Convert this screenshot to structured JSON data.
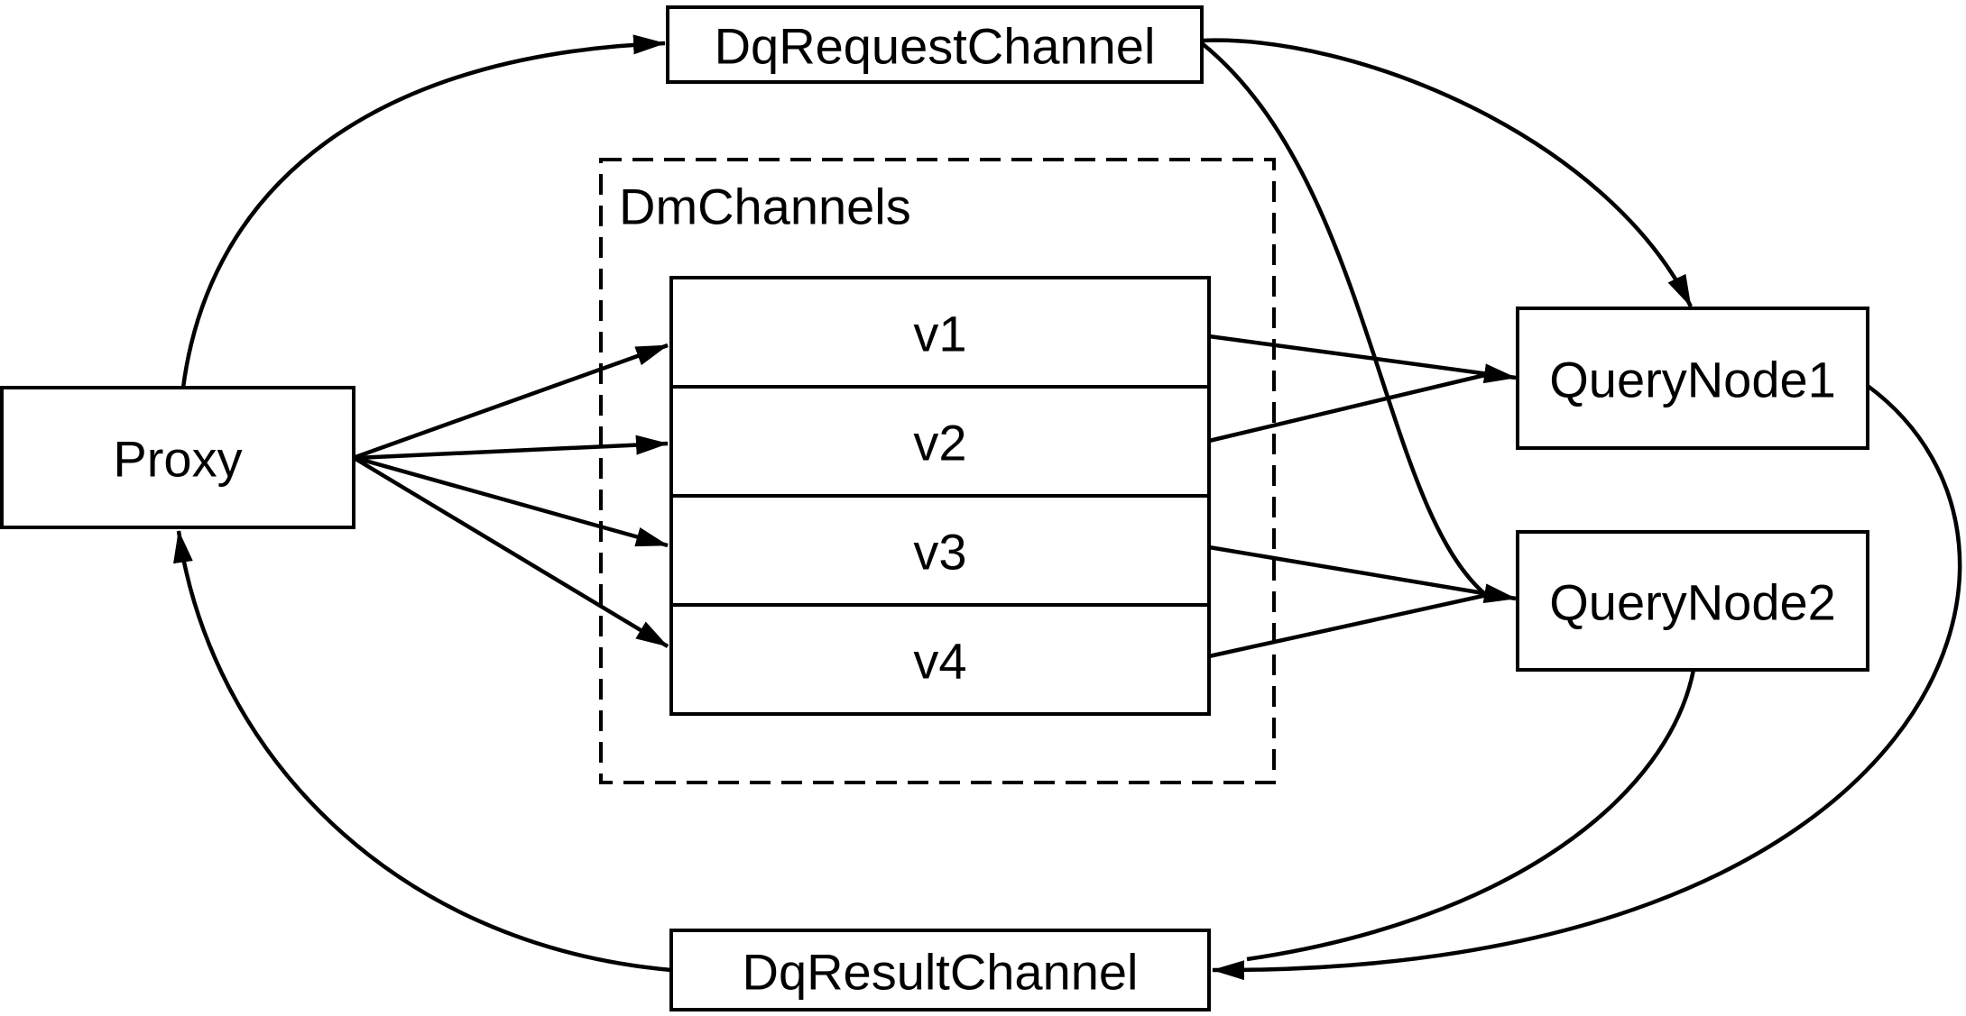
{
  "nodes": {
    "proxy": {
      "label": "Proxy"
    },
    "dq_request_channel": {
      "label": "DqRequestChannel"
    },
    "dm_channels_group": {
      "label": "DmChannels"
    },
    "dm_channel_items": [
      {
        "label": "v1"
      },
      {
        "label": "v2"
      },
      {
        "label": "v3"
      },
      {
        "label": "v4"
      }
    ],
    "query_node_1": {
      "label": "QueryNode1"
    },
    "query_node_2": {
      "label": "QueryNode2"
    },
    "dq_result_channel": {
      "label": "DqResultChannel"
    }
  },
  "edges": [
    {
      "from": "Proxy",
      "to": "DqRequestChannel"
    },
    {
      "from": "Proxy",
      "to": "v1"
    },
    {
      "from": "Proxy",
      "to": "v2"
    },
    {
      "from": "Proxy",
      "to": "v3"
    },
    {
      "from": "Proxy",
      "to": "v4"
    },
    {
      "from": "v1",
      "to": "QueryNode1"
    },
    {
      "from": "v2",
      "to": "QueryNode1"
    },
    {
      "from": "v3",
      "to": "QueryNode2"
    },
    {
      "from": "v4",
      "to": "QueryNode2"
    },
    {
      "from": "DqRequestChannel",
      "to": "QueryNode1"
    },
    {
      "from": "DqRequestChannel",
      "to": "QueryNode2"
    },
    {
      "from": "QueryNode1",
      "to": "DqResultChannel"
    },
    {
      "from": "QueryNode2",
      "to": "DqResultChannel"
    },
    {
      "from": "DqResultChannel",
      "to": "Proxy"
    }
  ],
  "colors": {
    "stroke": "#000000",
    "text": "#000000",
    "node_fill": "#ffffff",
    "background": "#ffffff"
  }
}
